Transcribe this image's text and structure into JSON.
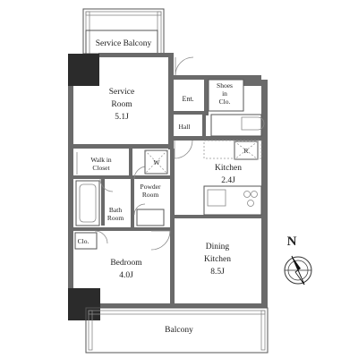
{
  "plan": {
    "rooms": {
      "service_balcony": "Service Balcony",
      "service_room": [
        "Service",
        "Room",
        "5.1J"
      ],
      "entrance": "Ent.",
      "shoes_closet": [
        "Shoes",
        "in",
        "Clo."
      ],
      "hall": "Hall",
      "walk_in_closet": [
        "Walk in",
        "Closet"
      ],
      "washer": "W",
      "powder_room": [
        "Powder",
        "Room"
      ],
      "kitchen": [
        "Kitchen",
        "2.4J"
      ],
      "refrigerator": "R",
      "bath_room": [
        "Bath",
        "Room"
      ],
      "closet": "Clo.",
      "bedroom": [
        "Bedroom",
        "4.0J"
      ],
      "dining_kitchen": [
        "Dining",
        "Kitchen",
        "8.5J"
      ],
      "balcony": "Balcony"
    },
    "compass": {
      "label": "N"
    }
  }
}
